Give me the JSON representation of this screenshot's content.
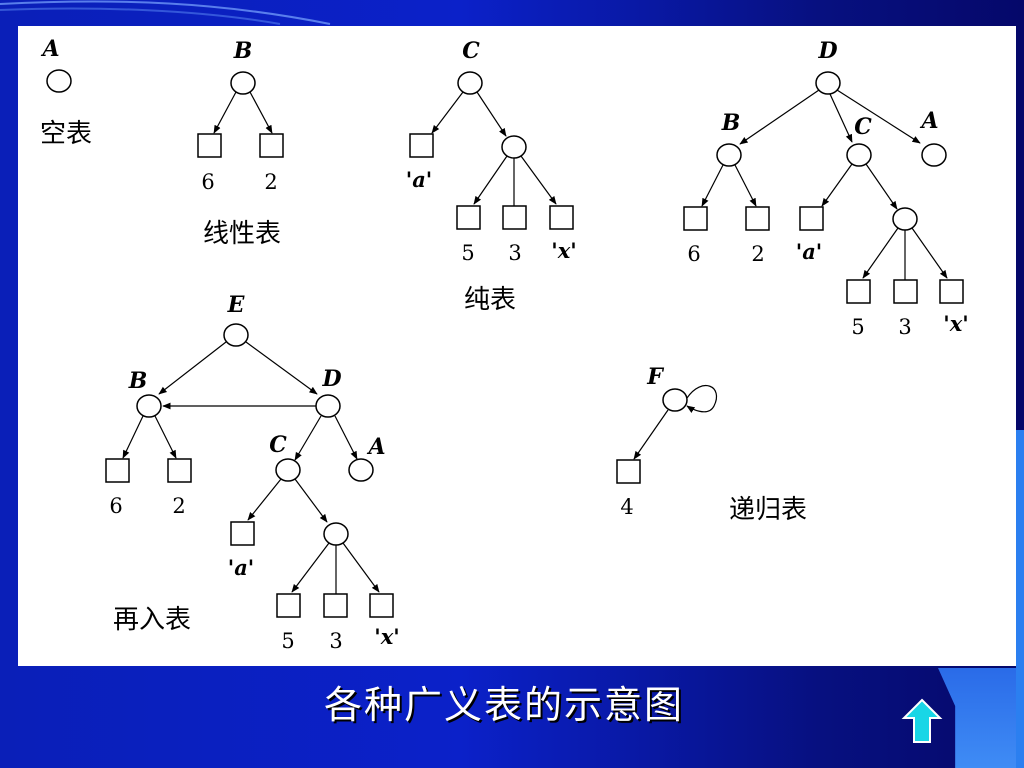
{
  "title": "各种广义表的示意图",
  "colors": {
    "background": "#0b21c9",
    "canvas": "#ffffff",
    "accent": "#2b7ff0",
    "up_arrow": "#19d6e6"
  },
  "navigation": {
    "up_icon": "up-arrow-icon"
  },
  "diagram": {
    "list_A": {
      "name": "A",
      "caption": "空表"
    },
    "list_B": {
      "name": "B",
      "atoms": [
        "6",
        "2"
      ],
      "caption": "线性表"
    },
    "list_C": {
      "name": "C",
      "atoms": [
        "'a'",
        "5",
        "3",
        "'x'"
      ],
      "caption": "纯表"
    },
    "list_D": {
      "name": "D",
      "children": [
        "B",
        "C",
        "A"
      ],
      "atoms": [
        "6",
        "2",
        "'a'",
        "5",
        "3",
        "'x'"
      ]
    },
    "list_E": {
      "name": "E",
      "children": [
        "B",
        "D",
        "C",
        "A"
      ],
      "atoms": [
        "6",
        "2",
        "'a'",
        "5",
        "3",
        "'x'"
      ],
      "caption": "再入表"
    },
    "list_F": {
      "name": "F",
      "atoms": [
        "4"
      ],
      "caption": "递归表"
    }
  }
}
